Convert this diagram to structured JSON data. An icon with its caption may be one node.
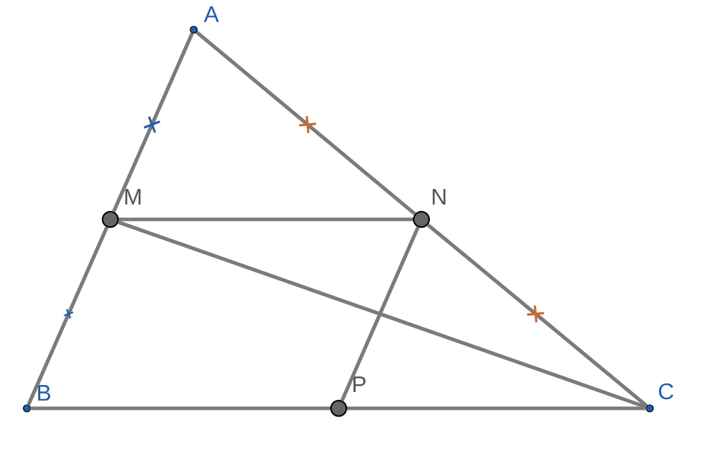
{
  "diagram": {
    "nodes": [
      {
        "text": [
          "A"
        ]
      },
      {
        "text": [
          "B"
        ]
      },
      {
        "text": [
          "C"
        ]
      },
      {
        "text": [
          "M"
        ]
      },
      {
        "text": [
          "N"
        ]
      },
      {
        "text": [
          "P"
        ]
      }
    ],
    "edges": [
      {
        "from": 0,
        "to": 3,
        "arrow": "none"
      },
      {
        "from": 3,
        "to": 1,
        "arrow": "none"
      },
      {
        "from": 0,
        "to": 4,
        "arrow": "none"
      },
      {
        "from": 4,
        "to": 2,
        "arrow": "none"
      },
      {
        "from": 1,
        "to": 5,
        "arrow": "none"
      },
      {
        "from": 5,
        "to": 2,
        "arrow": "none"
      },
      {
        "from": 3,
        "to": 4,
        "arrow": "none"
      },
      {
        "from": 4,
        "to": 5,
        "arrow": "none"
      },
      {
        "from": 3,
        "to": 2,
        "arrow": "none"
      }
    ]
  }
}
